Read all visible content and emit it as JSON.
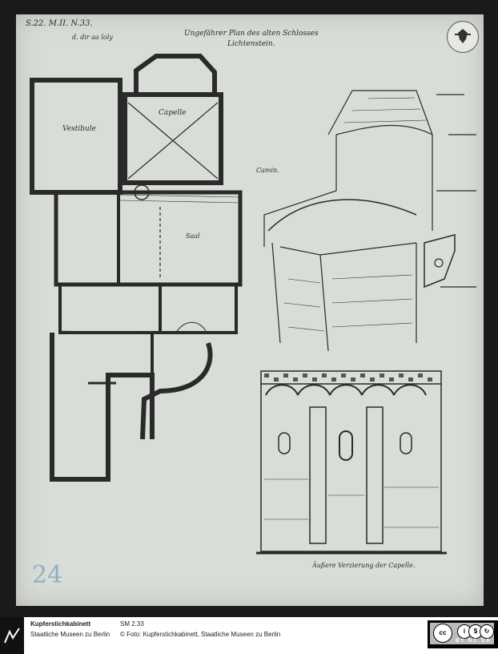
{
  "sheet": {
    "corner_note": "S.22. M.II. N.33.",
    "plan_note": "d. dir aa loly",
    "header_note_line1": "Ungefährer Plan des alten Schlosses",
    "header_note_line2": "Lichtenstein.",
    "label_vestibule": "Vestibule",
    "label_capelle": "Capelle",
    "label_saal": "Saal",
    "label_camin": "Camin.",
    "caption_chapel": "Äußere Verzierung der Capelle.",
    "pencil_number": "24",
    "colors": {
      "paper": "#d9ddd8",
      "ink": "#2a2a2a",
      "pencil": "#8fb0c8"
    }
  },
  "footer": {
    "institution": "Kupferstichkabinett",
    "institution_sub": "Staatliche Museen zu Berlin",
    "inventory": "SM 2.33",
    "credit": "© Foto: Kupferstichkabinett, Staatliche Museen zu Berlin",
    "license": "BY  NC  SA"
  }
}
